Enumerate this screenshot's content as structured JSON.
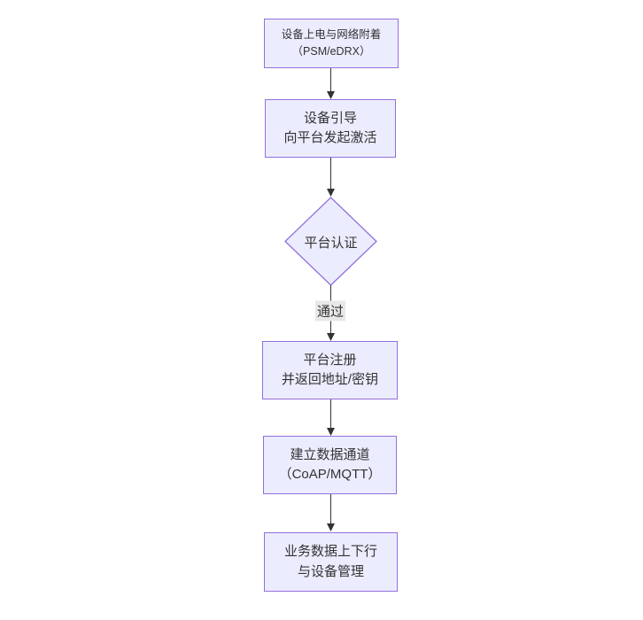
{
  "diagram": {
    "type": "flowchart",
    "direction": "top-down",
    "nodes": [
      {
        "id": "power_attach",
        "shape": "rect",
        "lines": [
          "设备上电与网络附着",
          "（PSM/eDRX）"
        ]
      },
      {
        "id": "bootstrap",
        "shape": "rect",
        "lines": [
          "设备引导",
          "向平台发起激活"
        ]
      },
      {
        "id": "auth",
        "shape": "diamond",
        "lines": [
          "平台认证"
        ]
      },
      {
        "id": "register",
        "shape": "rect",
        "lines": [
          "平台注册",
          "并返回地址/密钥"
        ]
      },
      {
        "id": "channel",
        "shape": "rect",
        "lines": [
          "建立数据通道",
          "（CoAP/MQTT）"
        ]
      },
      {
        "id": "business",
        "shape": "rect",
        "lines": [
          "业务数据上下行",
          "与设备管理"
        ]
      }
    ],
    "edges": [
      {
        "from": "power_attach",
        "to": "bootstrap",
        "label": ""
      },
      {
        "from": "bootstrap",
        "to": "auth",
        "label": ""
      },
      {
        "from": "auth",
        "to": "register",
        "label": "通过"
      },
      {
        "from": "register",
        "to": "channel",
        "label": ""
      },
      {
        "from": "channel",
        "to": "business",
        "label": ""
      }
    ],
    "colors": {
      "node_fill": "#ECECFF",
      "node_border": "#9370DB",
      "edge_line": "#333333",
      "arrowhead": "#333333",
      "edge_label_background": "#E8E8E8",
      "text": "#333333",
      "background": "#FFFFFF"
    }
  }
}
